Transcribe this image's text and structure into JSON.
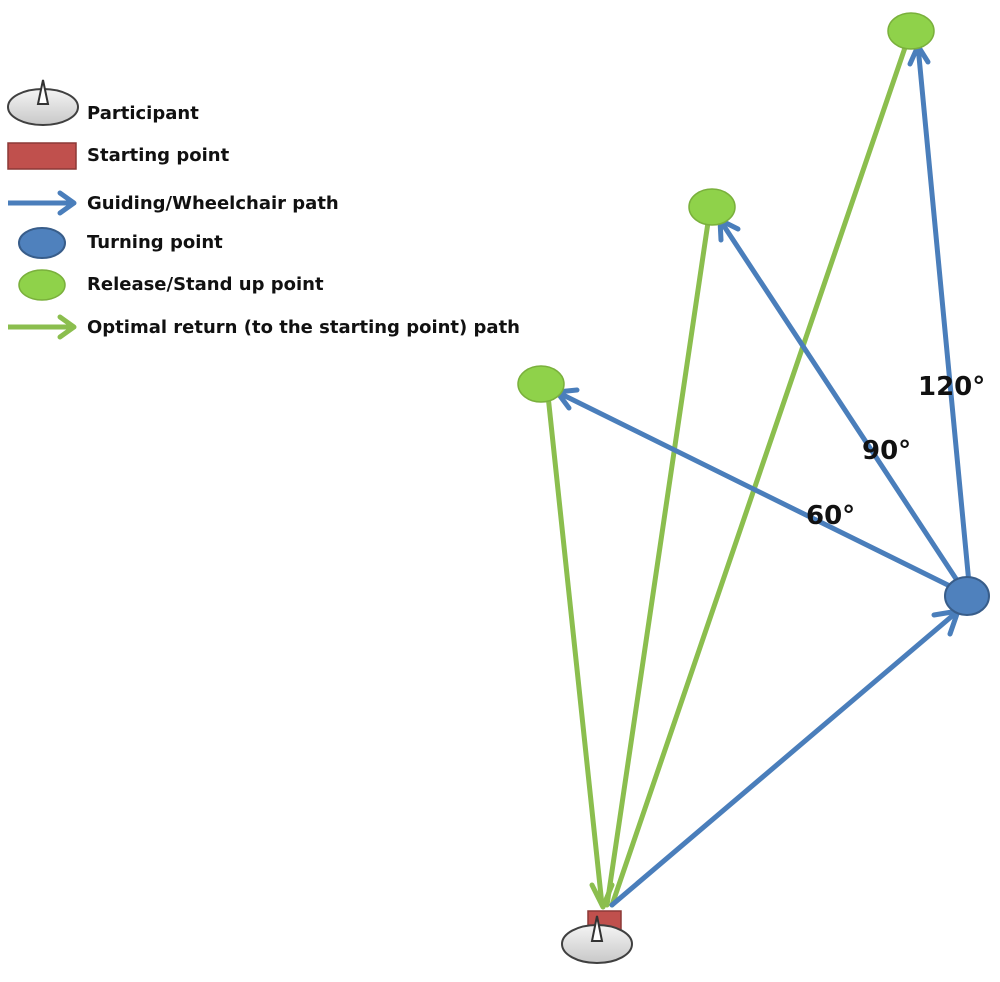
{
  "colors": {
    "path_blue": "#4A7EBB",
    "return_green": "#8BBE4E",
    "release_green": "#8FD24A",
    "turning_blue": "#4F81BD",
    "start_red": "#C0504D",
    "participant_gray": "#D9D9D9"
  },
  "legend": {
    "participant": "Participant",
    "starting_point": "Starting point",
    "guiding_path": "Guiding/Wheelchair path",
    "turning_point": "Turning point",
    "release_point": "Release/Stand up point",
    "optimal_return": "Optimal return (to  the starting point) path"
  },
  "angles": {
    "a60": "60°",
    "a90": "90°",
    "a120": "120°"
  }
}
